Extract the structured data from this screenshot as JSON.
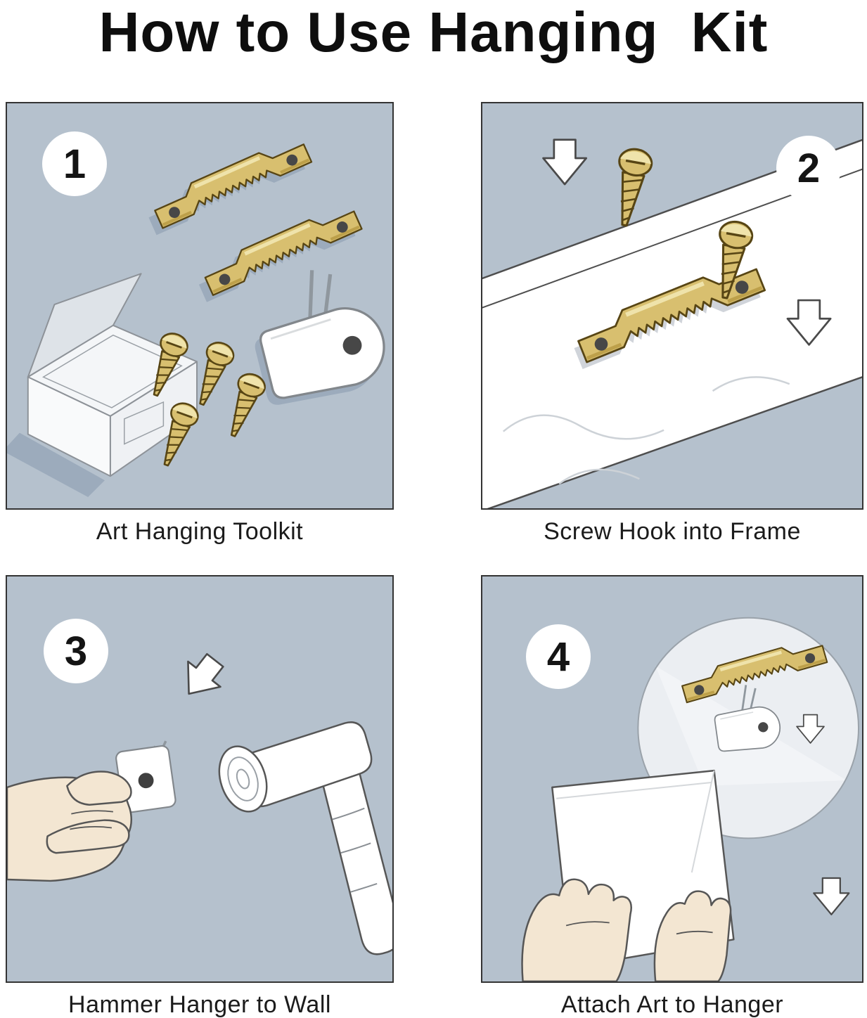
{
  "title": "How to Use Hanging  Kit",
  "panels": [
    {
      "number": "1",
      "caption": "Art Hanging Toolkit"
    },
    {
      "number": "2",
      "caption": "Screw Hook into Frame"
    },
    {
      "number": "3",
      "caption": "Hammer Hanger to Wall"
    },
    {
      "number": "4",
      "caption": "Attach Art to Hanger"
    }
  ],
  "colors": {
    "panel_background": "#b5c1cd",
    "brass": "#d8bf6f",
    "brass_shading": "#bda04a",
    "outline": "#4a4a4a",
    "skin_tone": "#f3e6d2",
    "shadow": "#9cabbc",
    "white": "#ffffff"
  },
  "illustrations": {
    "panel_1": [
      "plastic-box",
      "sawtooth-hanger",
      "sawtooth-hanger",
      "screw",
      "screw",
      "screw",
      "screw",
      "wall-hook"
    ],
    "panel_2": [
      "frame-plank",
      "sawtooth-hanger",
      "screw",
      "screw",
      "arrow-down",
      "arrow-down"
    ],
    "panel_3": [
      "hand",
      "wall-hanger",
      "hammer",
      "arrow-down"
    ],
    "panel_4": [
      "magnifier-circle",
      "sawtooth-hanger",
      "wall-hook",
      "art-frame",
      "hands",
      "arrow-down",
      "arrow-down"
    ]
  }
}
